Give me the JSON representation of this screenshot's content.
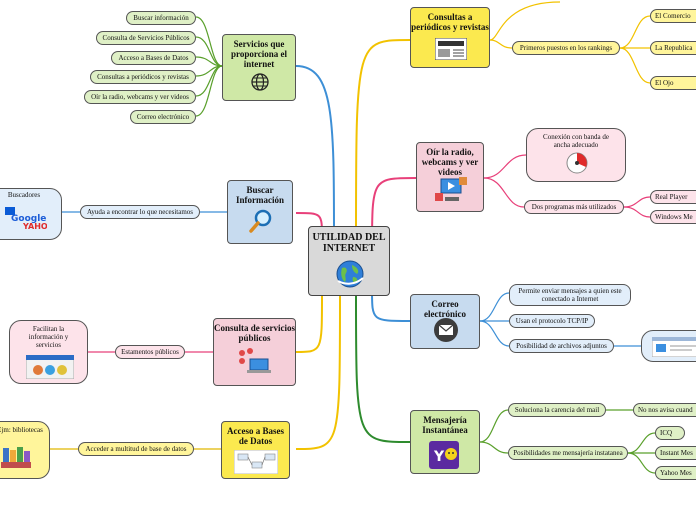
{
  "center": {
    "title": "UTILIDAD DEL INTERNET"
  },
  "servicios": {
    "title": "Servicios que proporciona el internet",
    "items": [
      "Buscar información",
      "Consulta de Servicios Públicos",
      "Acceso a Bases de Datos",
      "Consultas a periódicos y revistas",
      "Oír la radio, webcams y ver videos",
      "Correo electrónico"
    ]
  },
  "buscar": {
    "title": "Buscar Información",
    "detail": "Ayuda a encontrar lo que necesitamos",
    "leaf": "Buscadores"
  },
  "consulta": {
    "title": "Consulta de servicios públicos",
    "detail": "Estamentos públicos",
    "leaf": "Facilitan la información y servicios"
  },
  "acceso": {
    "title": "Acceso a Bases de Datos",
    "detail": "Acceder a multitud de base de datos",
    "leaf": "Ejm: bibliotecas"
  },
  "periodicos": {
    "title": "Consultas a periódicos y revistas",
    "detail": "Primeros puestos en los rankings",
    "items": [
      "El Comercio",
      "La Republica",
      "El Ojo"
    ]
  },
  "radio": {
    "title": "Oír la radio, webcams y ver videos",
    "detail1": "Conexión con banda de ancha adecuado",
    "detail2": "Dos programas más utilizados",
    "items": [
      "Real Player",
      "Windows Me"
    ]
  },
  "correo": {
    "title": "Correo electrónico",
    "items": [
      "Permite enviar mensajes a quien este conectado a Internet",
      "Usan el protocolo TCP/IP",
      "Posibilidad de archivos adjuntos"
    ]
  },
  "mensajeria": {
    "title": "Mensajería Instantánea",
    "detail1": "Soluciona la carencia del mail",
    "leaf1": "No nos avisa cuand",
    "detail2": "Posibilidades me mensajería instatanea",
    "items": [
      "ICQ",
      "Instant Mes",
      "Yahoo Mes"
    ]
  },
  "colors": {
    "green_line": "#4caf50",
    "yellow_line": "#f2c200",
    "blue_line": "#3d8fd6",
    "pink_line": "#e8407a",
    "dark_green_line": "#2e8b2e"
  }
}
